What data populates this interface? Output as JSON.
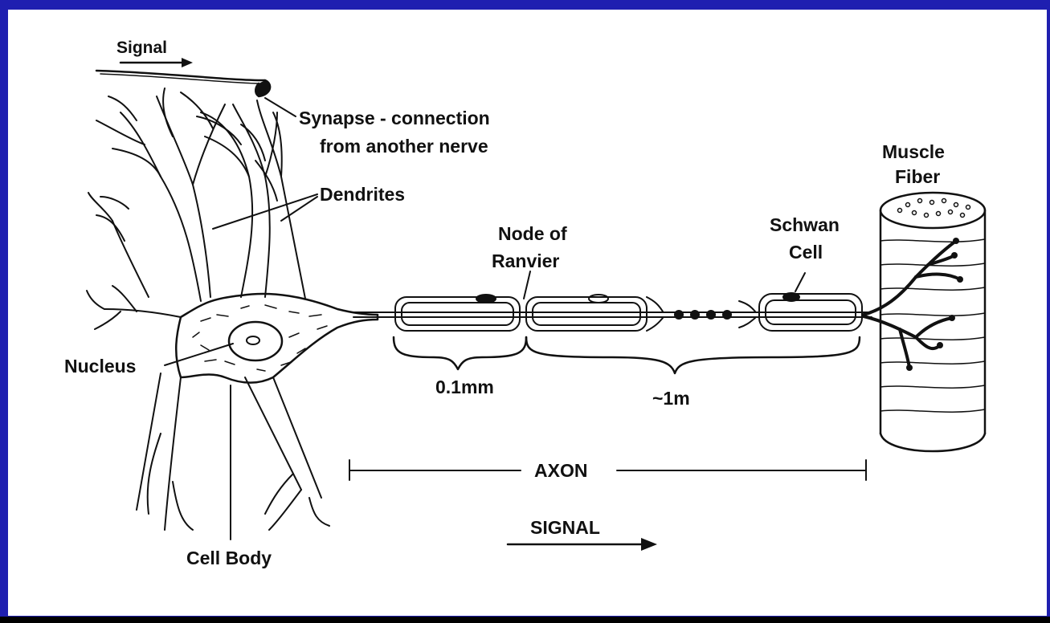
{
  "colors": {
    "frame": "#1f1fb0",
    "background": "#ffffff",
    "ink": "#111111"
  },
  "labels": {
    "signal_top": "Signal",
    "synapse_line1": "Synapse - connection",
    "synapse_line2": "from another nerve",
    "dendrites": "Dendrites",
    "nucleus": "Nucleus",
    "cell_body": "Cell Body",
    "node_line1": "Node of",
    "node_line2": "Ranvier",
    "schwan_line1": "Schwan",
    "schwan_line2": "Cell",
    "muscle_line1": "Muscle",
    "muscle_line2": "Fiber",
    "dim_small": "0.1mm",
    "dim_large": "~1m",
    "axon": "AXON",
    "signal_bottom": "SIGNAL"
  }
}
